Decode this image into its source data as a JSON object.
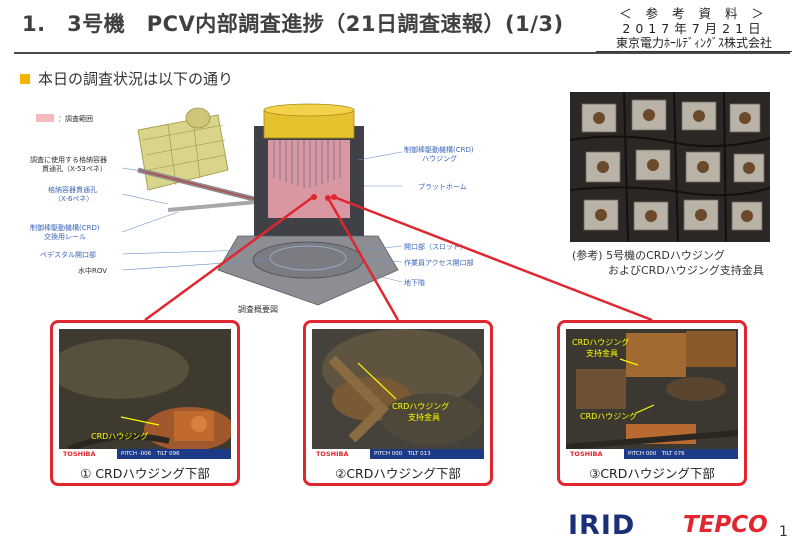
{
  "header": {
    "title": "1.　3号機　PCV内部調査進捗（21日調査速報）(1/3)",
    "ref_line1": "＜ 参 考 資 料 ＞",
    "ref_line2": "2017年7月21日",
    "ref_line3": "東京電力ﾎｰﾙﾃﾞｨﾝｸﾞｽ株式会社"
  },
  "intro": "本日の調査状況は以下の通り",
  "schematic": {
    "legend": "：調査範囲",
    "labels": {
      "penetration_x53": "調査に使用する格納容器\n貫通孔（X-53ペネ）",
      "penetration_x6": "格納容器貫通孔\n（X-6ペネ）",
      "crd_rail": "制御棒駆動機構(CRD)\n交換用レール",
      "pedestal_opening": "ペデスタル開口部",
      "rov": "水中ROV",
      "crd_housing": "制御棒駆動機構(CRD)\nハウジング",
      "platform": "プラットホーム",
      "slot": "開口部（スロット）",
      "worker_access": "作業員アクセス開口部",
      "basement": "地下階",
      "caption": "調査概要図"
    }
  },
  "reference_photo": {
    "caption_line1": "(参考) 5号機のCRDハウジング",
    "caption_line2": "およびCRDハウジング支持金具"
  },
  "photos": [
    {
      "caption": "① CRDハウジング下部",
      "annotations": [
        "CRDハウジング"
      ],
      "brand": "TOSHIBA",
      "info": "PITCH -006　TILT 096"
    },
    {
      "caption": "②CRDハウジング下部",
      "annotations": [
        "CRDハウジング",
        "支持金具"
      ],
      "brand": "TOSHIBA",
      "info": "PITCH 000　TILT 013"
    },
    {
      "caption": "③CRDハウジング下部",
      "annotations": [
        "CRDハウジング",
        "支持金具",
        "CRDハウジング"
      ],
      "brand": "TOSHIBA",
      "info": "PITCH 000　TILT 076"
    }
  ],
  "footer": {
    "logo_irid": "IRID",
    "logo_tepco": "TEPCO",
    "page_number": "1"
  },
  "colors": {
    "accent_red": "#e0262f",
    "bullet_yellow": "#f2b400",
    "irid_navy": "#1a2f78",
    "annotation_yellow": "#ffff00",
    "label_blue": "#3a66b8"
  }
}
